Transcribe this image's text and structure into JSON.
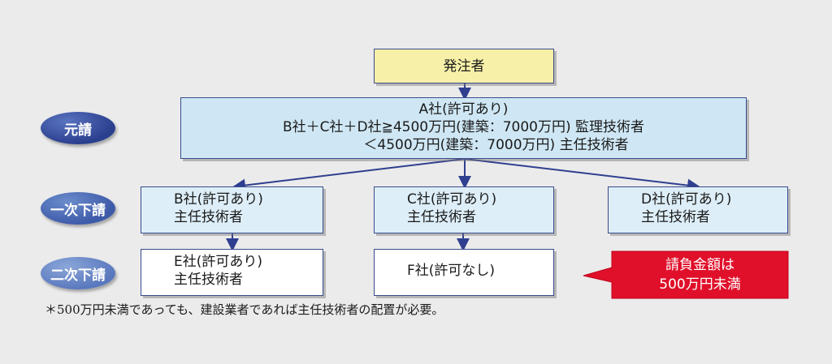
{
  "orderer": {
    "label": "発注者"
  },
  "tiers": {
    "prime": "元請",
    "first_sub": "一次下請",
    "second_sub": "二次下請"
  },
  "prime_contractor": {
    "line1": "A社(許可あり)",
    "line2": "B社＋C社＋D社≧4500万円(建築：7000万円) 監理技術者",
    "line3": "＜4500万円(建築：7000万円) 主任技術者"
  },
  "first_subcontractors": [
    {
      "company": "B社(許可あり)",
      "role": "主任技術者"
    },
    {
      "company": "C社(許可あり)",
      "role": "主任技術者"
    },
    {
      "company": "D社(許可あり)",
      "role": "主任技術者"
    }
  ],
  "second_subcontractors": [
    {
      "company": "E社(許可あり)",
      "role": "主任技術者"
    },
    {
      "company": "F社(許可なし)"
    }
  ],
  "callout": {
    "line1": "請負金額は",
    "line2": "500万円未満",
    "color": "#e0102a"
  },
  "footnote": "＊500万円未満であっても、建設業者であれば主任技術者の配置が必要。"
}
